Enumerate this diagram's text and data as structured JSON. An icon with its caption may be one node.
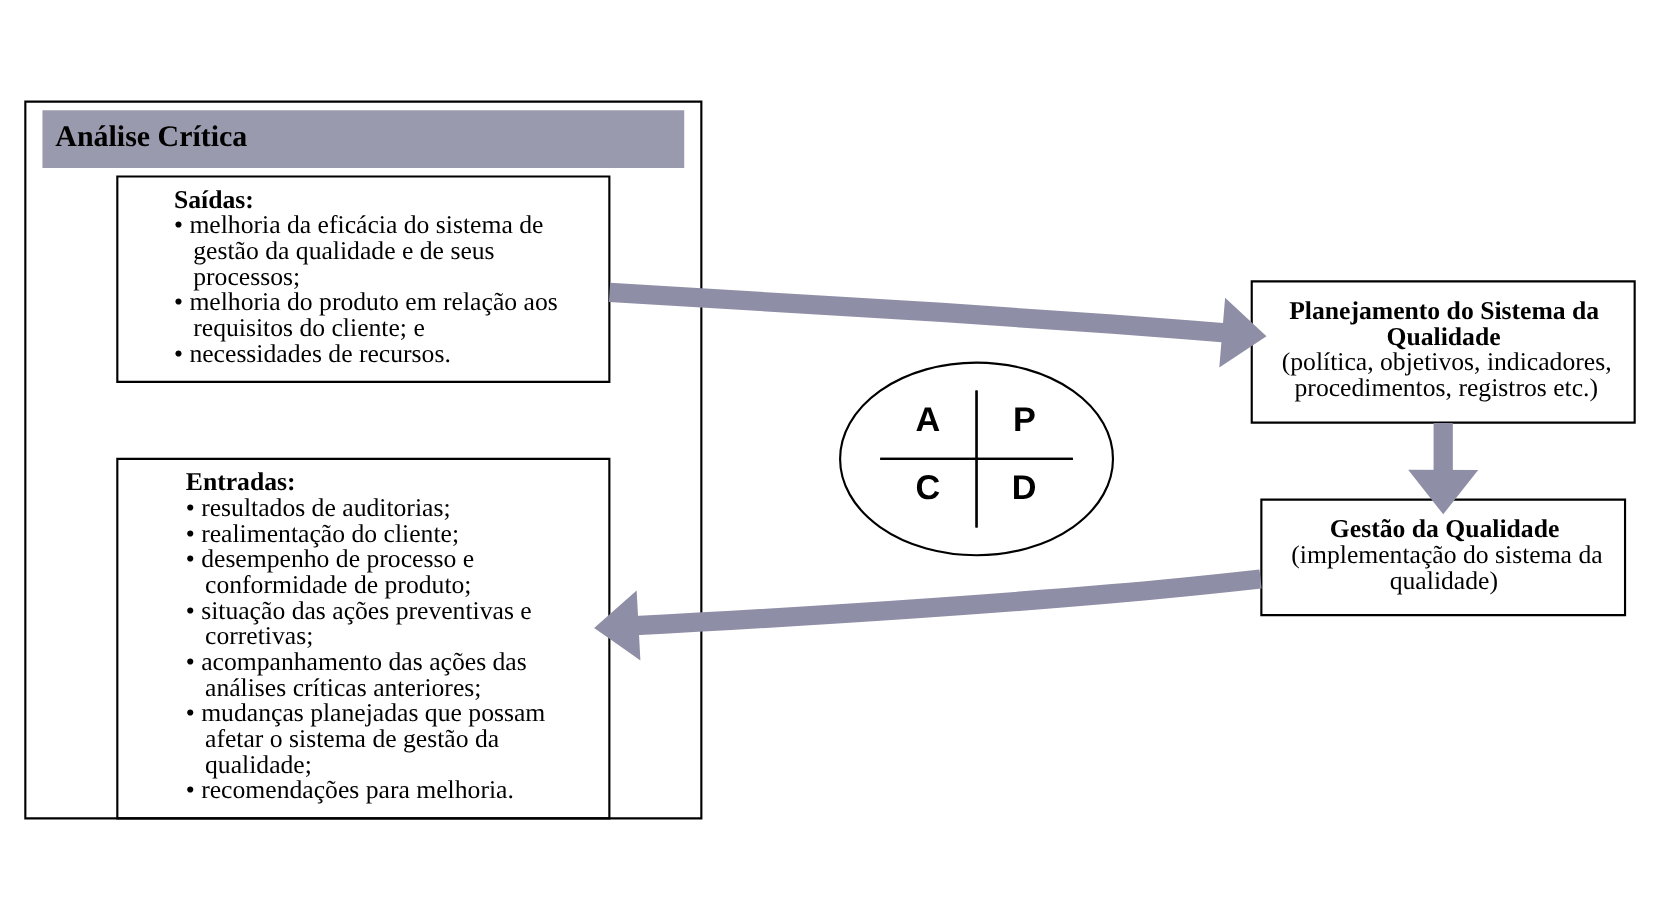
{
  "diagram": {
    "nodes": [
      {
        "text": [
          "Análise Crítica"
        ]
      },
      {
        "text": [
          "Saídas:",
          "• melhoria da eficácia do sistema de gestão da qualidade e de seus processos;",
          "• melhoria do produto em relação aos requisitos do cliente; e",
          "• necessidades de recursos."
        ],
        "in": 0
      },
      {
        "text": [
          "Entradas:",
          "• resultados de auditorias;",
          "• realimentação do cliente;",
          "• desempenho de processo e conformidade de produto;",
          "• situação das ações preventivas e corretivas;",
          "• acompanhamento das ações das análises críticas anteriores;",
          "• mudanças planejadas que possam afetar o sistema de gestão da qualidade;",
          "• recomendações para melhoria."
        ],
        "in": 0
      },
      {
        "text": [
          "Planejamento do Sistema da Qualidade",
          "(política, objetivos, indicadores, procedimentos, registros etc.)"
        ]
      },
      {
        "text": [
          "Gestão da Qualidade",
          "(implementação do sistema da qualidade)"
        ]
      },
      {
        "text": [
          "A",
          "P",
          "C",
          "D"
        ]
      }
    ],
    "edges": [
      {
        "from": 1,
        "to": 3,
        "arrow": "to"
      },
      {
        "from": 3,
        "to": 4,
        "arrow": "to"
      },
      {
        "from": 4,
        "to": 2,
        "arrow": "to"
      }
    ]
  }
}
